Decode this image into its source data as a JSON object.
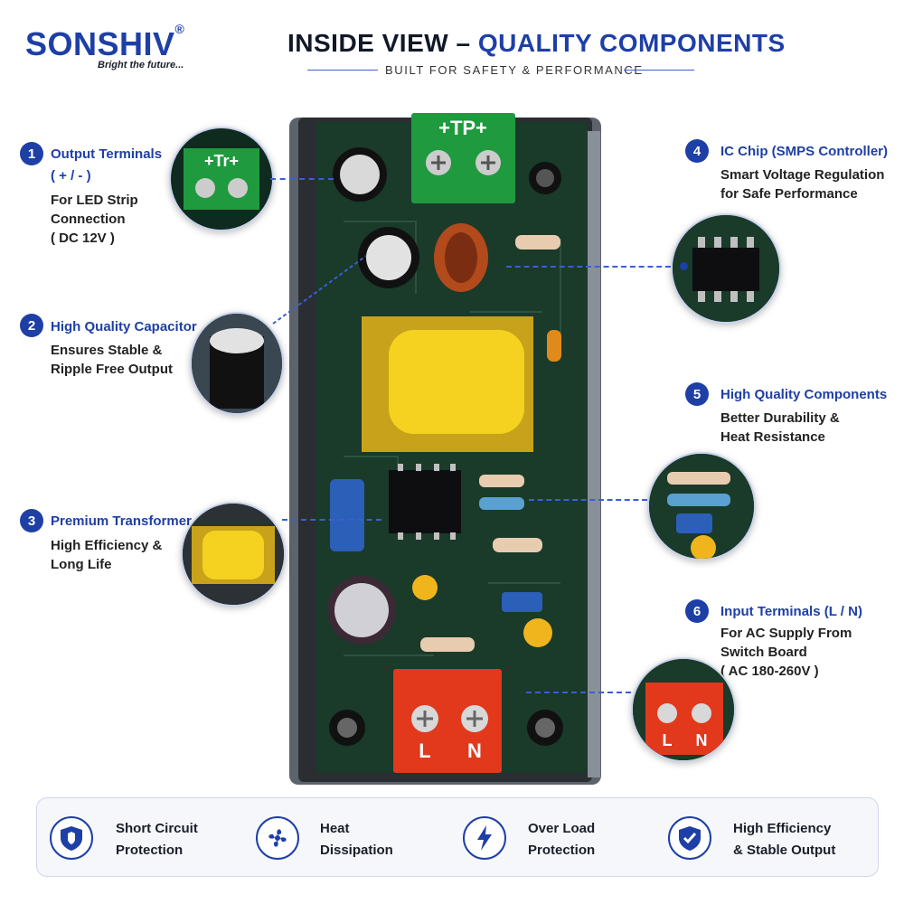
{
  "brand": {
    "name": "SONSHIV",
    "reg": "®",
    "tagline": "Bright the future..."
  },
  "header": {
    "title_dark": "INSIDE VIEW – ",
    "title_blue": "QUALITY COMPONENTS",
    "subtitle": "BUILT FOR SAFETY & PERFORMANCE"
  },
  "board": {
    "top_terminal": "+TP+",
    "bottom_l": "L",
    "bottom_n": "N"
  },
  "features": [
    {
      "num": "1",
      "title": "Output Terminals",
      "title2": "( + / - )",
      "desc": "For LED Strip\nConnection\n( DC 12V )",
      "zoom_label": "+Tr+"
    },
    {
      "num": "2",
      "title": "High Quality Capacitor",
      "desc": "Ensures Stable &\nRipple Free Output"
    },
    {
      "num": "3",
      "title": "Premium Transformer",
      "desc": "High Efficiency &\nLong Life"
    },
    {
      "num": "4",
      "title": "IC Chip (SMPS Controller)",
      "desc": "Smart Voltage Regulation\nfor Safe Performance"
    },
    {
      "num": "5",
      "title": "High Quality Components",
      "desc": "Better Durability &\nHeat Resistance"
    },
    {
      "num": "6",
      "title": "Input Terminals (L / N)",
      "desc": "For AC Supply From\nSwitch Board\n( AC 180-260V )",
      "zoom_l": "L",
      "zoom_n": "N"
    }
  ],
  "benefits": [
    {
      "label": "Short Circuit\nProtection",
      "icon": "shield-icon"
    },
    {
      "label": "Heat\nDissipation",
      "icon": "fan-icon"
    },
    {
      "label": "Over Load\nProtection",
      "icon": "lightning-icon"
    },
    {
      "label": "High Efficiency\n& Stable Output",
      "icon": "shield-check-icon"
    }
  ],
  "colors": {
    "accent": "#1e3fa6",
    "pcb": "#1a3a2a",
    "terminal_green": "#1f9a3e",
    "terminal_red": "#e2381c",
    "transformer": "#f4d21f"
  }
}
